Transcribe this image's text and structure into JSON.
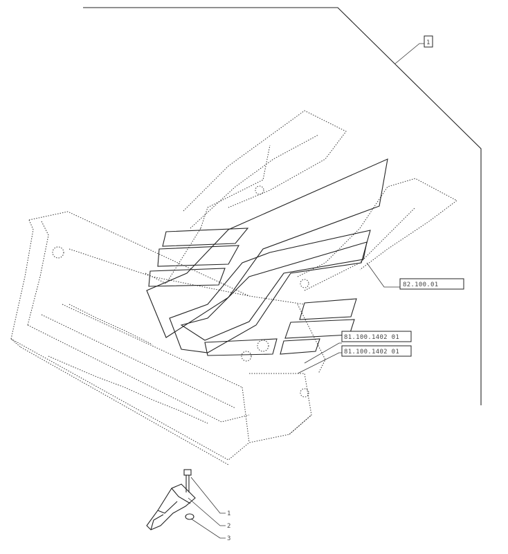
{
  "refs": {
    "top_box": "1",
    "right_ref": "82.100.01",
    "left_ref_1": "81.100.1402 01",
    "left_ref_2": "81.100.1402 01"
  },
  "callouts": [
    "1",
    "2",
    "3"
  ]
}
